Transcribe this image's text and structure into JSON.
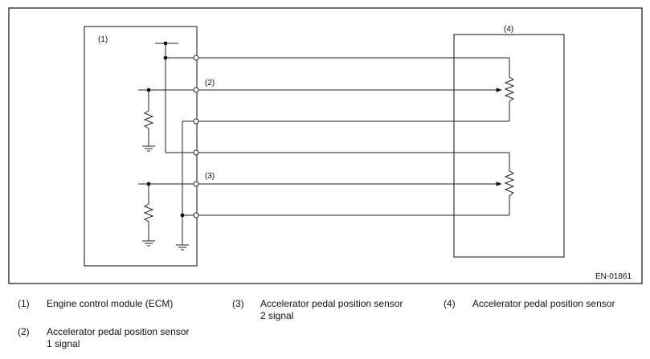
{
  "diagram": {
    "ecm_label": "(1)",
    "sensor_label": "(4)",
    "signal1_label": "(2)",
    "signal2_label": "(3)",
    "figure_code": "EN-01861"
  },
  "legend": [
    {
      "num": "(1)",
      "lines": [
        "Engine control module (ECM)"
      ]
    },
    {
      "num": "(3)",
      "lines": [
        "Accelerator pedal position sensor",
        "2 signal"
      ]
    },
    {
      "num": "(4)",
      "lines": [
        "Accelerator pedal position sensor"
      ]
    },
    {
      "num": "(2)",
      "lines": [
        "Accelerator pedal position sensor",
        "1 signal"
      ]
    }
  ]
}
